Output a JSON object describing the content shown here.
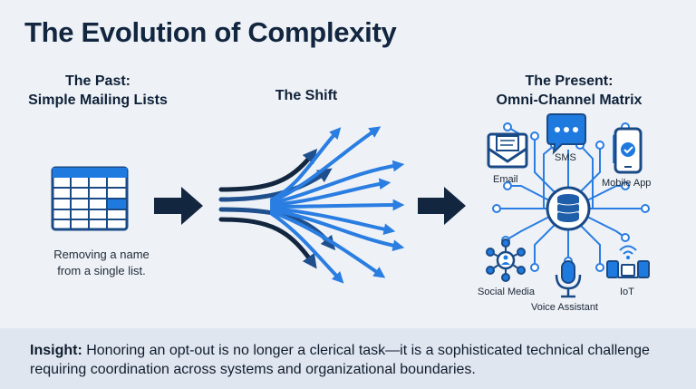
{
  "title": "The Evolution of Complexity",
  "past": {
    "heading_line1": "The Past:",
    "heading_line2": "Simple Mailing Lists",
    "caption_line1": "Removing a name",
    "caption_line2": "from a single list.",
    "icon": "spreadsheet-icon"
  },
  "shift": {
    "heading": "The Shift",
    "icon": "diverging-arrows-icon"
  },
  "present": {
    "heading_line1": "The Present:",
    "heading_line2": "Omni-Channel Matrix",
    "hub_icon": "database-icon",
    "channels": {
      "email": "Email",
      "sms": "SMS",
      "mobile": "Mobile App",
      "social": "Social Media",
      "voice": "Voice Assistant",
      "iot": "IoT"
    }
  },
  "insight": {
    "label": "Insight:",
    "text": " Honoring an opt-out is no longer a clerical task—it is a sophisticated technical challenge requiring coordination across systems and organizational boundaries."
  },
  "colors": {
    "navy": "#12263f",
    "accent_blue": "#1f7ae0",
    "dark_blue": "#1d4f8e",
    "background": "#eef2f7",
    "insight_bar": "#dfe6ef"
  }
}
